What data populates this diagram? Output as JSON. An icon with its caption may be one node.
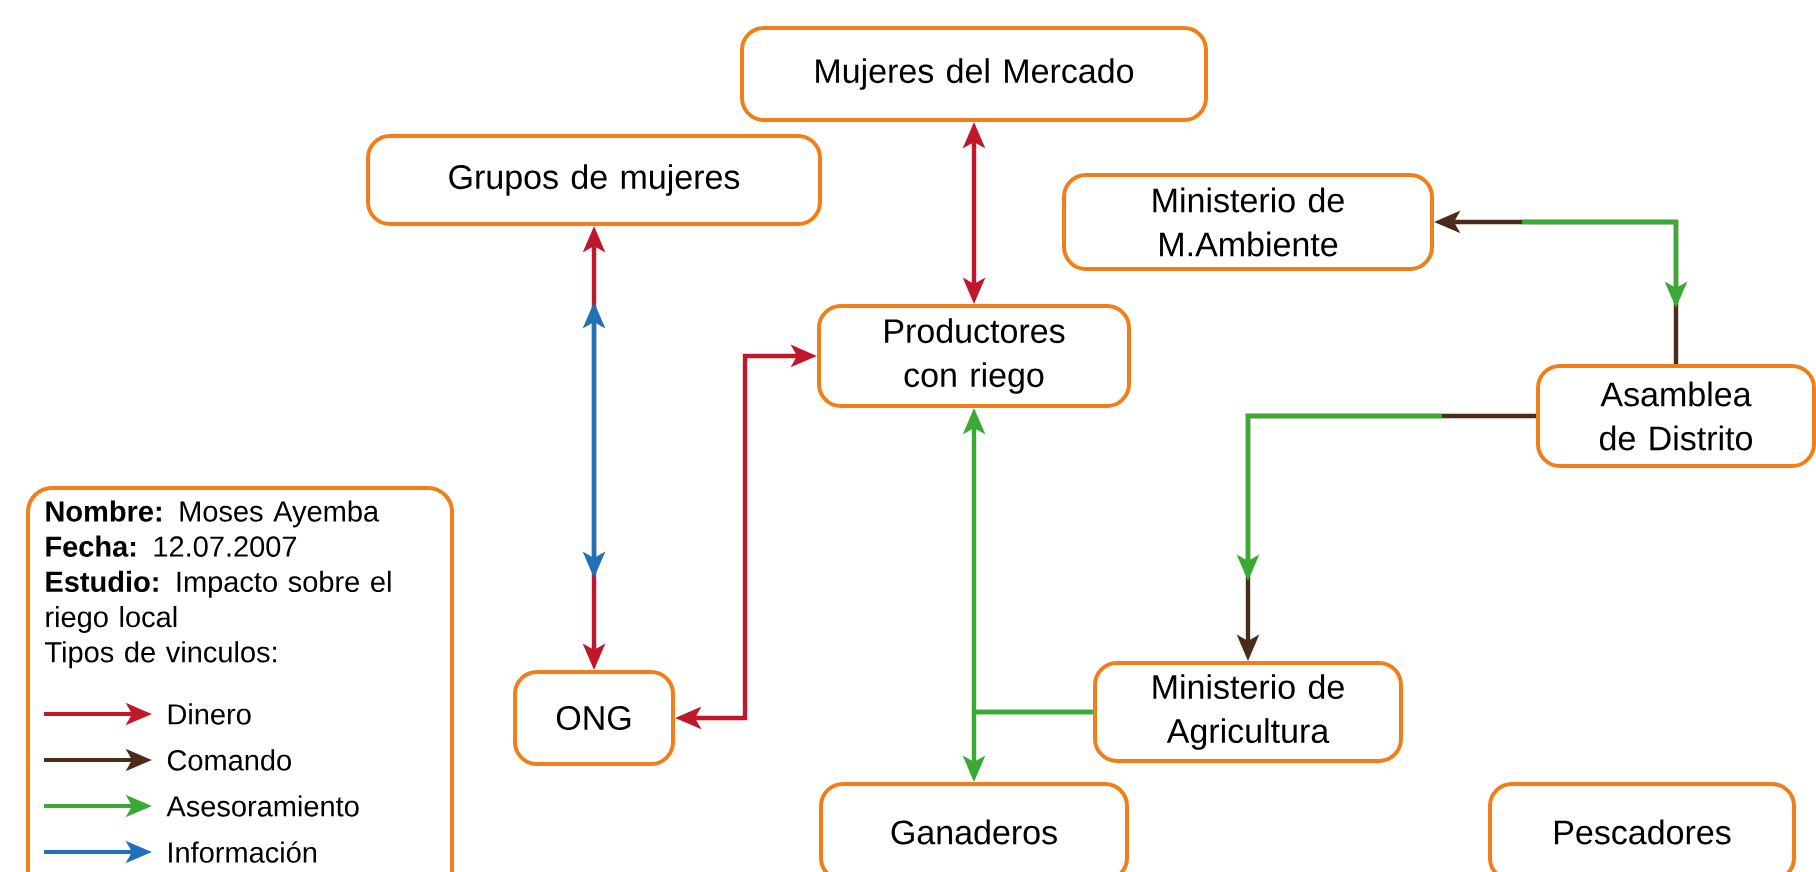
{
  "diagram": {
    "nodes": [
      {
        "text": [
          "Mujeres del Mercado"
        ]
      },
      {
        "text": [
          "Grupos de mujeres"
        ]
      },
      {
        "text": [
          "Ministerio de M.Ambiente"
        ]
      },
      {
        "text": [
          "Productores con riego"
        ]
      },
      {
        "text": [
          "Asamblea de Distrito"
        ]
      },
      {
        "text": [
          "**Nombre:** Moses Ayemba",
          "**Fecha:** 12.07.2007",
          "**Estudio:** Impacto sobre el riego local",
          "Tipos de vinculos:"
        ]
      },
      {
        "text": [
          "ONG"
        ]
      },
      {
        "text": [
          "Ministerio de Agricultura"
        ]
      },
      {
        "text": [
          "Ganaderos"
        ]
      },
      {
        "text": [
          "Pescadores"
        ]
      }
    ],
    "edges": [
      {
        "from": 0,
        "to": 3,
        "arrow": "both",
        "color": "#c0182a"
      },
      {
        "from": 1,
        "to": 6,
        "arrow": "both",
        "color": "#c0182a"
      },
      {
        "from": 1,
        "to": 6,
        "arrow": "both",
        "color": "#1f72b8"
      },
      {
        "from": 6,
        "to": 3,
        "arrow": "both",
        "color": "#c0182a"
      },
      {
        "from": 4,
        "to": 2,
        "arrow": "to",
        "color": "#4a2c1a"
      },
      {
        "from": 2,
        "to": 4,
        "arrow": "to",
        "color": "#3aaa35"
      },
      {
        "from": 4,
        "to": 7,
        "arrow": "to",
        "color": "#4a2c1a"
      },
      {
        "from": 4,
        "to": 7,
        "arrow": "to",
        "color": "#3aaa35"
      },
      {
        "from": 7,
        "to": 3,
        "arrow": "to",
        "color": "#3aaa35"
      },
      {
        "from": 7,
        "to": 8,
        "arrow": "to",
        "color": "#3aaa35"
      }
    ],
    "legend": [
      {
        "text": "Dinero",
        "color": "#c0182a"
      },
      {
        "text": "Comando",
        "color": "#4a2c1a"
      },
      {
        "text": "Asesoramiento",
        "color": "#3aaa35"
      },
      {
        "text": "Información",
        "color": "#1f72b8"
      }
    ]
  }
}
